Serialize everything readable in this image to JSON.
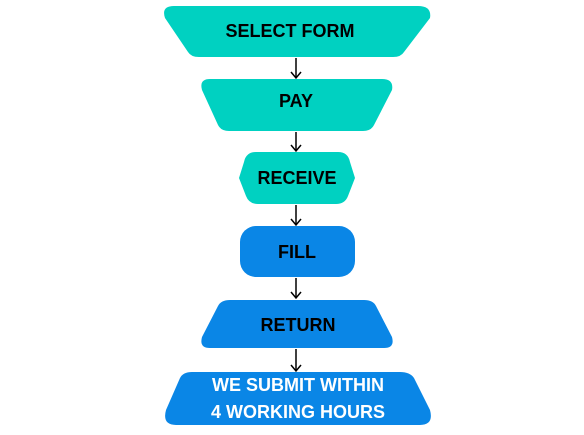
{
  "steps": [
    {
      "id": "select-form",
      "label": "SELECT FORM",
      "color": "#00d1c1"
    },
    {
      "id": "pay",
      "label": "PAY",
      "color": "#00d1c1"
    },
    {
      "id": "receive",
      "label": "RECEIVE",
      "color": "#00d1c1"
    },
    {
      "id": "fill",
      "label": "FILL",
      "color": "#0a86e6"
    },
    {
      "id": "return",
      "label": "RETURN",
      "color": "#0a86e6"
    },
    {
      "id": "submit",
      "label_line1": "WE SUBMIT WITHIN",
      "label_line2": "4 WORKING HOURS",
      "color": "#0a86e6"
    }
  ]
}
